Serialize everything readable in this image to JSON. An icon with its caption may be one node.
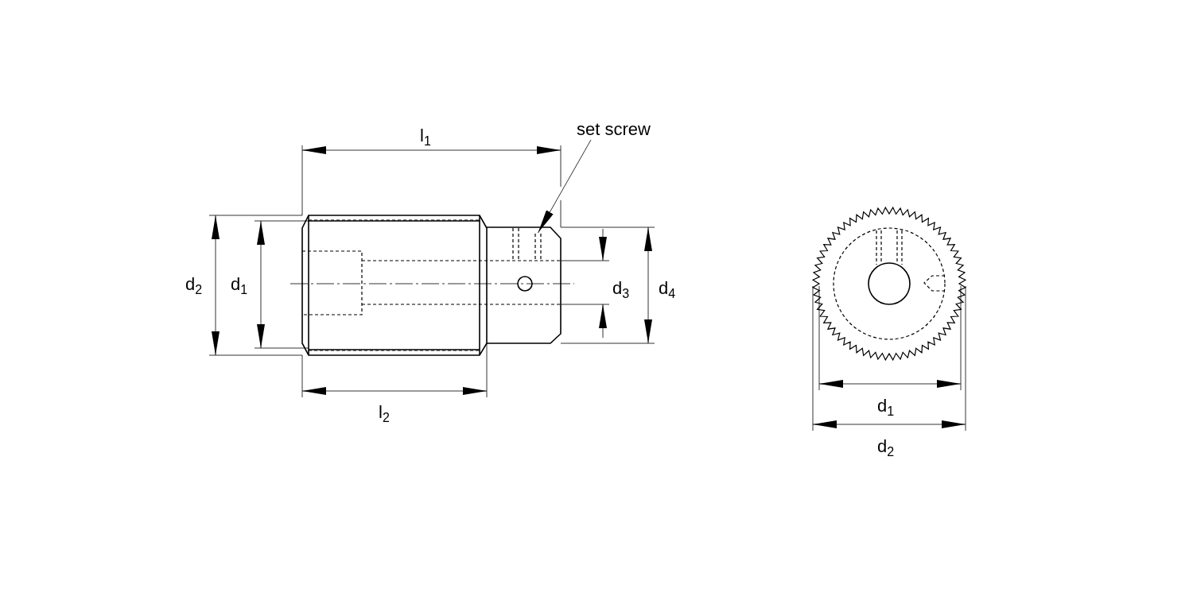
{
  "diagram": {
    "nodes": [
      {
        "text": [
          "set screw"
        ]
      },
      {
        "text": [],
        "shape": "picture"
      }
    ],
    "edges": [
      {
        "from": 0,
        "to": 1,
        "arrow": "to"
      }
    ],
    "labels": [
      "l$_{1}$",
      "d$_{2}$",
      "d$_{1}$",
      "d$_{3}$",
      "d$_{4}$",
      "l$_{2}$",
      "d$_{1}$",
      "d$_{2}$"
    ]
  }
}
